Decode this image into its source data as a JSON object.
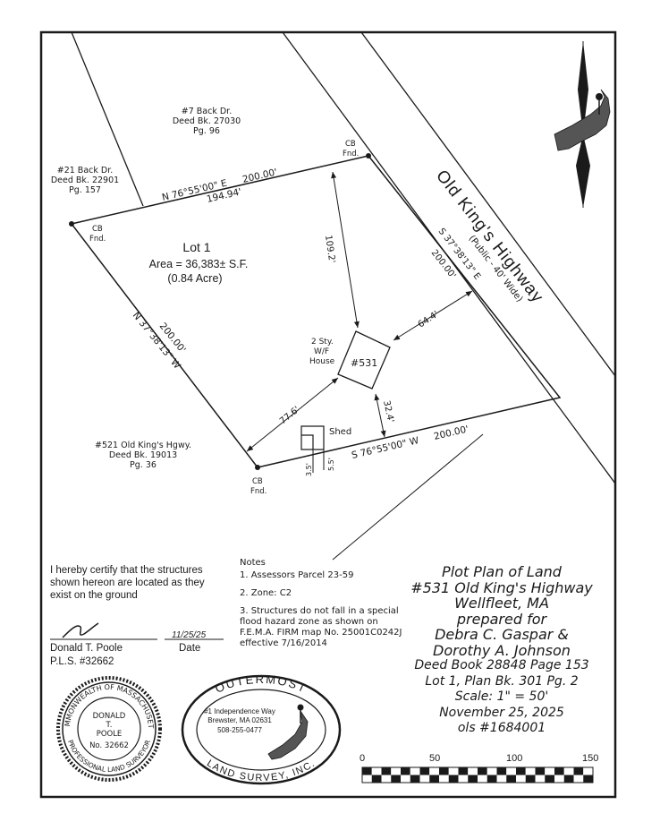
{
  "parcels": {
    "n7": {
      "line1": "#7 Back Dr.",
      "line2": "Deed Bk. 27030",
      "line3": "Pg. 96"
    },
    "n21": {
      "line1": "#21 Back Dr.",
      "line2": "Deed Bk. 22901",
      "line3": "Pg. 157"
    },
    "n521": {
      "line1": "#521 Old King's Hgwy.",
      "line2": "Deed Bk. 19013",
      "line3": "Pg. 36"
    }
  },
  "road": {
    "name": "Old King's Highway",
    "width": "(Public - 40' Wide)"
  },
  "lot": {
    "title": "Lot 1",
    "area": "Area = 36,383± S.F.",
    "acre": "(0.84 Acre)"
  },
  "monuments": {
    "cb": "CB",
    "fnd": "Fnd."
  },
  "bearings": {
    "north_bearing": "N 76°55'00\" E",
    "north_dist": "200.00'",
    "north_chord": "194.94'",
    "west_bearing": "N 37°38'13\" W",
    "west_dist": "200.00'",
    "east_bearing": "S 37°38'13\" E",
    "east_dist": "200.00'",
    "south_bearing": "S 76°55'00\" W",
    "south_dist": "200.00'"
  },
  "offsets": {
    "o1": "109.2'",
    "o2": "64.4'",
    "o3": "77.6'",
    "o4": "32.4'",
    "o5": "3.5'",
    "o6": "5.5'"
  },
  "house": {
    "line1": "2 Sty.",
    "line2": "W/F",
    "line3": "House",
    "number": "#531"
  },
  "shed": "Shed",
  "certification": "I hereby certify that the structures shown hereon are located as they exist on the ground",
  "surveyor": {
    "name": "Donald T. Poole",
    "license": "P.L.S. #32662",
    "date_label": "Date",
    "date_sig": "11/25/25"
  },
  "notes": {
    "heading": "Notes",
    "items": [
      "1. Assessors Parcel 23-59",
      "2. Zone: C2",
      "3. Structures do not fall in a special flood hazard zone as shown on F.E.M.A. FIRM map No. 25001C0242J effective 7/16/2014"
    ]
  },
  "title_block": {
    "lines": [
      "Plot Plan of Land",
      "#531 Old King's Highway",
      "Wellfleet, MA",
      "prepared for",
      "Debra C. Gaspar &",
      "Dorothy A. Johnson",
      "Deed Book 28848 Page 153",
      "Lot 1, Plan Bk. 301 Pg. 2",
      "Scale: 1\" = 50'",
      "November 25, 2025",
      "ols #1684001"
    ]
  },
  "seal": {
    "ring": "COMMONWEALTH OF MASSACHUSETTS",
    "ring_bottom": "PROFESSIONAL LAND SURVEYOR",
    "name1": "DONALD",
    "name2": "T.",
    "name3": "POOLE",
    "number": "No. 32662"
  },
  "logo": {
    "top": "OUTERMOST",
    "bottom": "LAND SURVEY, INC.",
    "addr1": "#1 Independence Way",
    "addr2": "Brewster, MA 02631",
    "phone": "508-255-0477"
  },
  "scale_bar": {
    "labels": [
      "0",
      "50",
      "100",
      "150"
    ]
  }
}
